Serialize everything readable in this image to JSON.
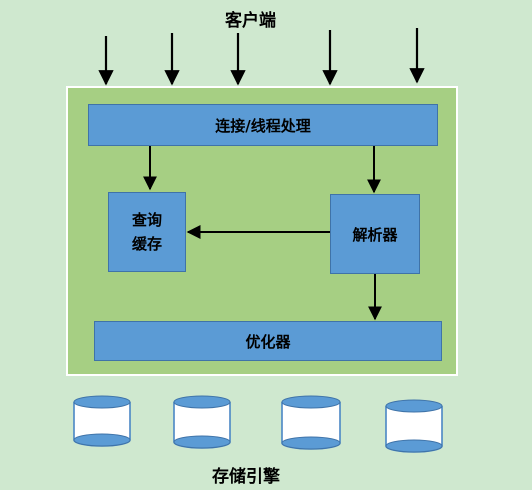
{
  "labels": {
    "client": "客户端",
    "storage": "存储引擎"
  },
  "boxes": {
    "connection": "连接/线程处理",
    "query_cache": "查询缓存",
    "parser": "解析器",
    "optimizer": "优化器"
  },
  "colors": {
    "background": "#cfe8cf",
    "server_frame": "#a6cf83",
    "box_fill": "#5b9bd5",
    "arrow": "#000000"
  }
}
